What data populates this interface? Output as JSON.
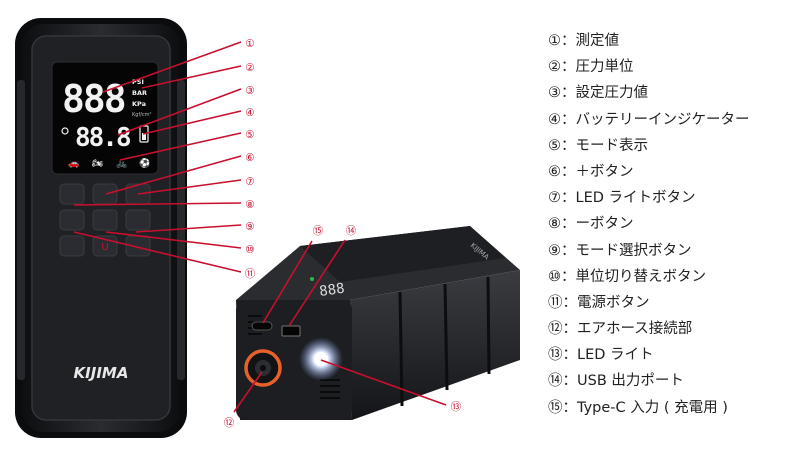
{
  "brand": "KIJIMA",
  "brand_small": "KIJIMA",
  "display": {
    "main_digits": "888",
    "sub_digits": "88.8",
    "units": [
      "PSI",
      "BAR",
      "KPa",
      "Kgf/cm²"
    ]
  },
  "callouts": [
    "①",
    "②",
    "③",
    "④",
    "⑤",
    "⑥",
    "⑦",
    "⑧",
    "⑨",
    "⑩",
    "⑪",
    "⑫",
    "⑬",
    "⑭",
    "⑮"
  ],
  "legend": [
    "①：測定値",
    "②：圧力単位",
    "③：設定圧力値",
    "④：バッテリーインジケーター",
    "⑤：モード表示",
    "⑥：＋ボタン",
    "⑦：LED ライトボタン",
    "⑧：ーボタン",
    "⑨：モード選択ボタン",
    "⑩：単位切り替えボタン",
    "⑪：電源ボタン",
    "⑫：エアホース接続部",
    "⑬：LED ライト",
    "⑭：USB 出力ポート",
    "⑮：Type-C 入力 ( 充電用 )"
  ],
  "colors": {
    "accent": "#c8102e",
    "device": "#1a1c20",
    "lcd": "#f2f2f2"
  }
}
